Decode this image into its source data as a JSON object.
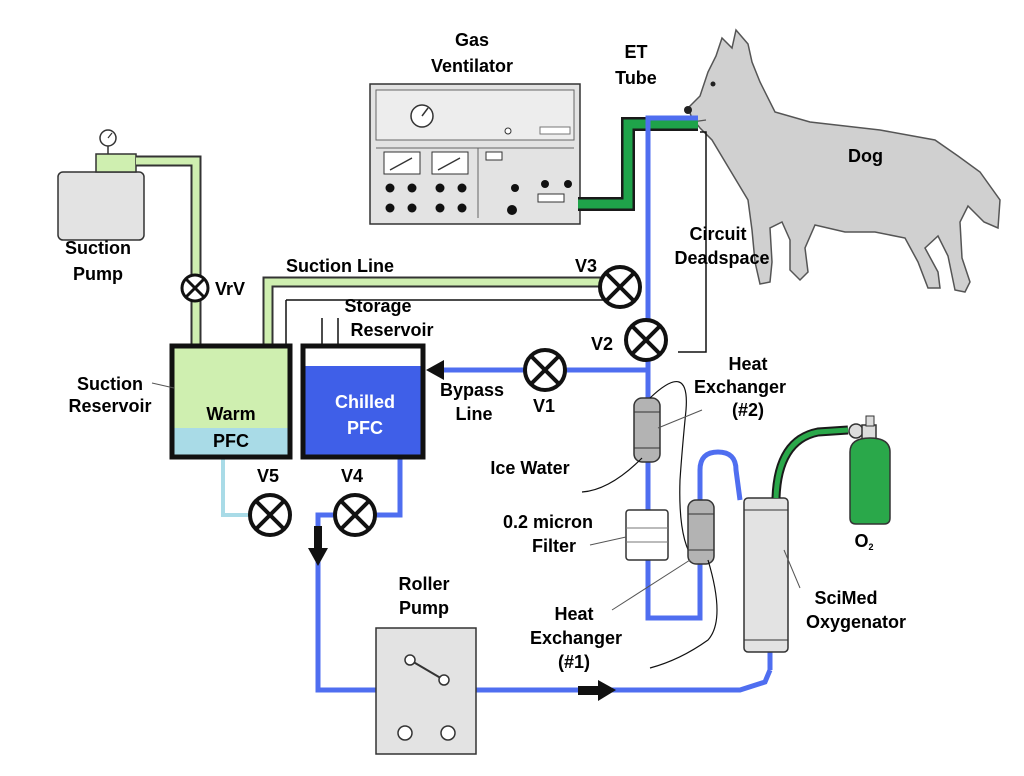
{
  "labels": {
    "gas_ventilator_1": "Gas",
    "gas_ventilator_2": "Ventilator",
    "et_tube_1": "ET",
    "et_tube_2": "Tube",
    "dog": "Dog",
    "circuit_deadspace_1": "Circuit",
    "circuit_deadspace_2": "Deadspace",
    "suction_pump_1": "Suction",
    "suction_pump_2": "Pump",
    "vrv": "VrV",
    "suction_line": "Suction Line",
    "v3": "V3",
    "storage_reservoir_1": "Storage",
    "storage_reservoir_2": "Reservoir",
    "v2": "V2",
    "heat_exchanger_2_1": "Heat",
    "heat_exchanger_2_2": "Exchanger",
    "heat_exchanger_2_3": "(#2)",
    "suction_reservoir_1": "Suction",
    "suction_reservoir_2": "Reservoir",
    "warm": "Warm",
    "pfc_warm": "PFC",
    "chilled": "Chilled",
    "pfc_chilled": "PFC",
    "bypass_line_1": "Bypass",
    "bypass_line_2": "Line",
    "v1": "V1",
    "ice_water": "Ice Water",
    "v5": "V5",
    "v4": "V4",
    "filter_1": "0.2 micron",
    "filter_2": "Filter",
    "o2_main": "O",
    "o2_sub": "2",
    "roller_pump_1": "Roller",
    "roller_pump_2": "Pump",
    "heat_exchanger_1_1": "Heat",
    "heat_exchanger_1_2": "Exchanger",
    "heat_exchanger_1_3": "(#1)",
    "oxygenator_1": "SciMed",
    "oxygenator_2": "Oxygenator"
  },
  "colors": {
    "pfc_blue": "#4f6ef0",
    "chilled_blue": "#3f5fe8",
    "suction_green": "#cfefb0",
    "et_green": "#1fa34a",
    "o2_green": "#2aa84a",
    "warm_pfc": "#a9dbe7",
    "equipment_gray": "#e3e3e3",
    "dog_gray": "#d0d0d0"
  }
}
